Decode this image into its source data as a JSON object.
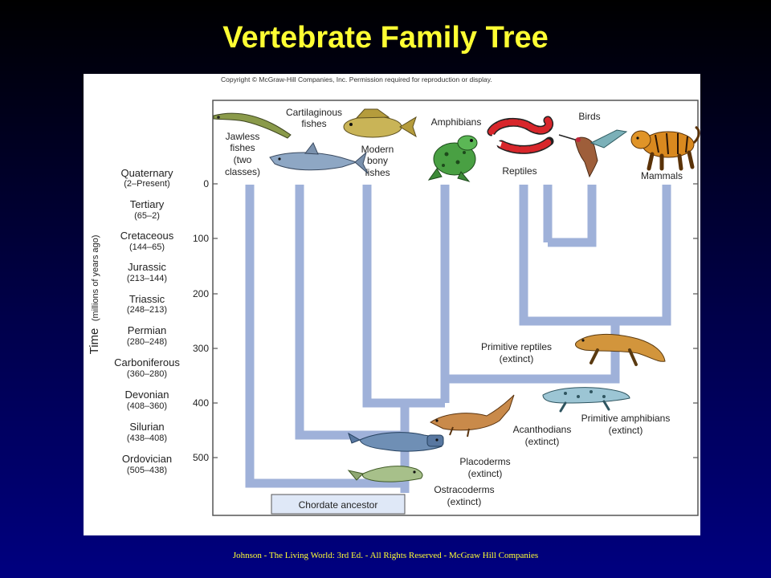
{
  "slide": {
    "title": "Vertebrate Family Tree",
    "footer": "Johnson - The Living World: 3rd Ed.  - All Rights Reserved - McGraw Hill Companies"
  },
  "figure": {
    "copyright": "Copyright © McGraw-Hill Companies, Inc. Permission required for reproduction or display.",
    "axis_title": "Time",
    "axis_subtitle": "(millions of years ago)",
    "ticks": [
      "0",
      "100",
      "200",
      "300",
      "400",
      "500"
    ],
    "periods": [
      {
        "name": "Quaternary",
        "range": "(2–Present)"
      },
      {
        "name": "Tertiary",
        "range": "(65–2)"
      },
      {
        "name": "Cretaceous",
        "range": "(144–65)"
      },
      {
        "name": "Jurassic",
        "range": "(213–144)"
      },
      {
        "name": "Triassic",
        "range": "(248–213)"
      },
      {
        "name": "Permian",
        "range": "(280–248)"
      },
      {
        "name": "Carboniferous",
        "range": "(360–280)"
      },
      {
        "name": "Devonian",
        "range": "(408–360)"
      },
      {
        "name": "Silurian",
        "range": "(438–408)"
      },
      {
        "name": "Ordovician",
        "range": "(505–438)"
      }
    ],
    "groups": {
      "jawless": [
        "Jawless",
        "fishes",
        "(two",
        "classes)"
      ],
      "cartilaginous": [
        "Cartilaginous",
        "fishes"
      ],
      "bony": [
        "Modern",
        "bony",
        "fishes"
      ],
      "amphibians": "Amphibians",
      "reptiles": "Reptiles",
      "birds": "Birds",
      "mammals": "Mammals"
    },
    "extinct": {
      "primitive_reptiles": [
        "Primitive reptiles",
        "(extinct)"
      ],
      "primitive_amphibians": [
        "Primitive amphibians",
        "(extinct)"
      ],
      "acanthodians": [
        "Acanthodians",
        "(extinct)"
      ],
      "placoderms": [
        "Placoderms",
        "(extinct)"
      ],
      "ostracoderms": [
        "Ostracoderms",
        "(extinct)"
      ]
    },
    "root": "Chordate ancestor",
    "colors": {
      "branch": "#9fb1d9",
      "frame": "#555555",
      "title": "#ffff33"
    }
  }
}
